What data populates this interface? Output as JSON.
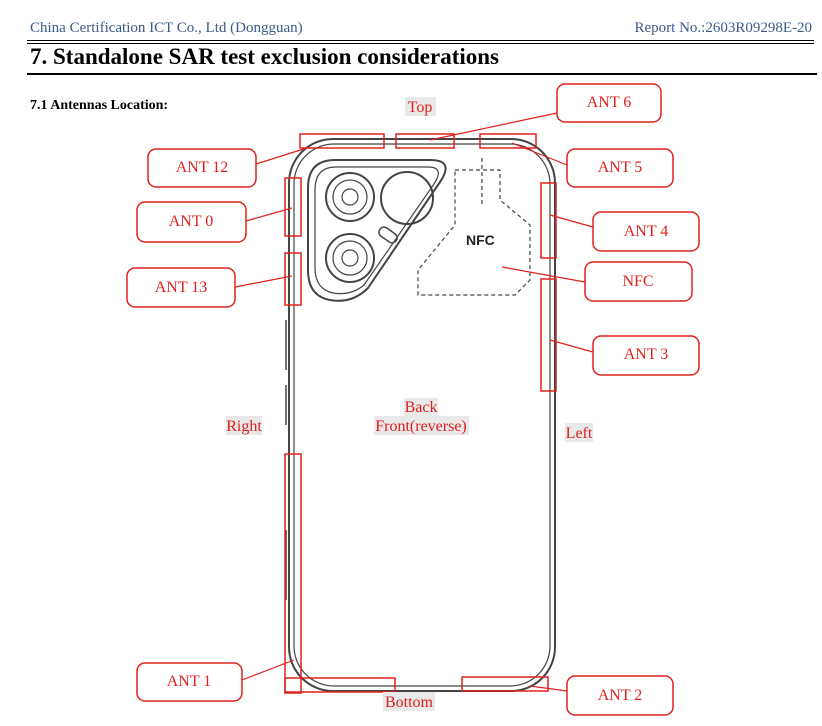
{
  "header": {
    "company": "China Certification ICT Co., Ltd (Dongguan)",
    "report_no": "Report No.:2603R09298E-20"
  },
  "section": {
    "title": "7. Standalone SAR test exclusion considerations",
    "subtitle": "7.1 Antennas Location:"
  },
  "figure": {
    "directions": {
      "top": "Top",
      "bottom": "Bottom",
      "right": "Right",
      "left": "Left",
      "back": "Back",
      "front_reverse": "Front(reverse)"
    },
    "nfc_marking": "NFC",
    "antennas": {
      "ant6": "ANT 6",
      "ant12": "ANT 12",
      "ant5": "ANT 5",
      "ant0": "ANT 0",
      "ant4": "ANT 4",
      "ant13": "ANT 13",
      "nfc": "NFC",
      "ant3": "ANT 3",
      "ant1": "ANT 1",
      "ant2": "ANT 2"
    },
    "colors": {
      "annotation": "#e0201c",
      "drawing": "#444444"
    }
  }
}
